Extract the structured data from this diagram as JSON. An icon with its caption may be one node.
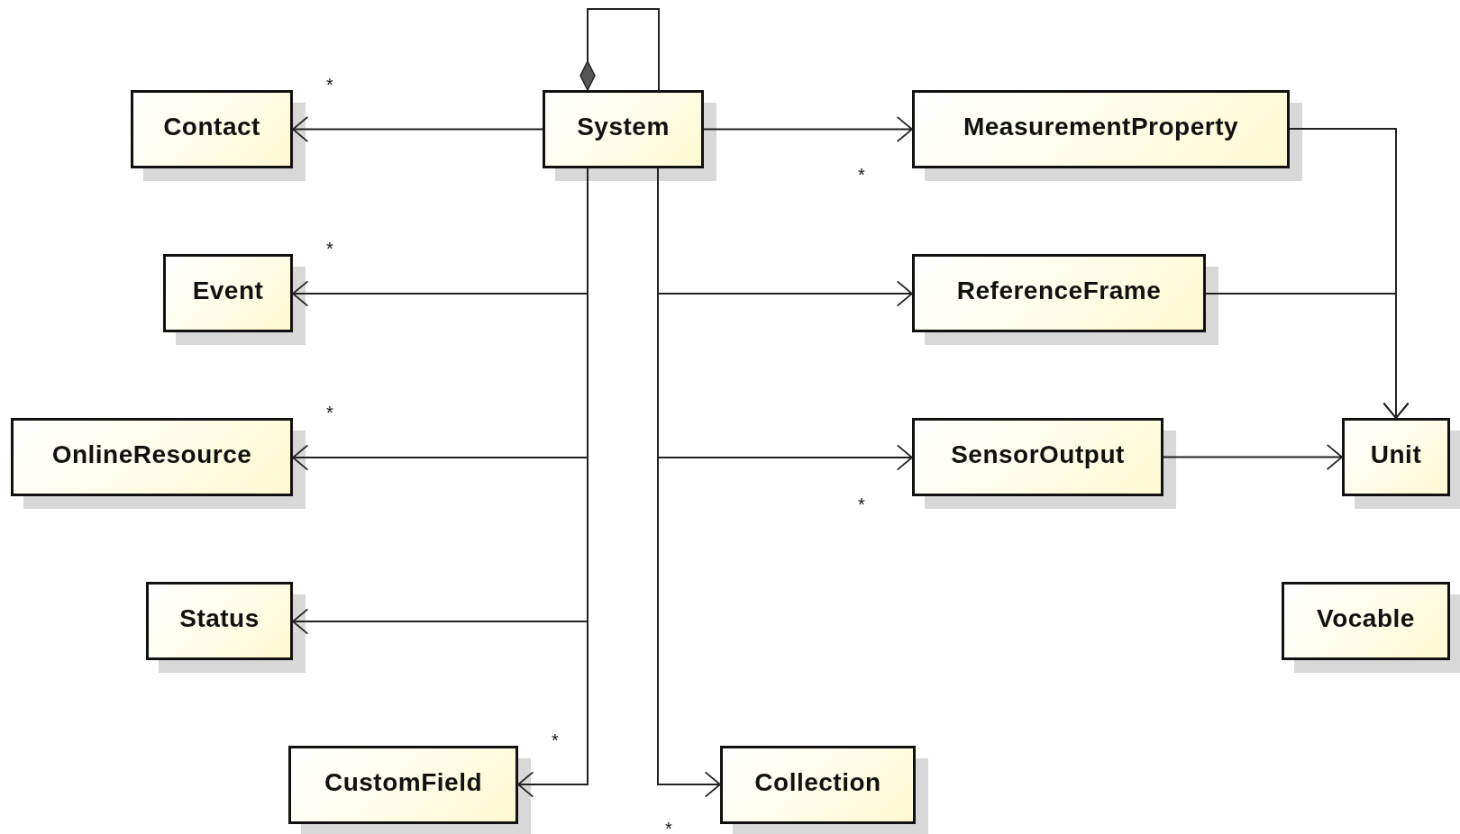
{
  "diagram": {
    "nodes": [
      {
        "text": [
          "Contact"
        ]
      },
      {
        "text": [
          "System"
        ]
      },
      {
        "text": [
          "MeasurementProperty"
        ]
      },
      {
        "text": [
          "Event"
        ]
      },
      {
        "text": [
          "ReferenceFrame"
        ]
      },
      {
        "text": [
          "OnlineResource"
        ]
      },
      {
        "text": [
          "SensorOutput"
        ]
      },
      {
        "text": [
          "Unit"
        ]
      },
      {
        "text": [
          "Status"
        ]
      },
      {
        "text": [
          "Vocable"
        ]
      },
      {
        "text": [
          "CustomField"
        ]
      },
      {
        "text": [
          "Collection"
        ]
      }
    ],
    "edges": [
      {
        "from": 1,
        "to": 0,
        "arrow": "to",
        "label": "*"
      },
      {
        "from": 1,
        "to": 3,
        "arrow": "to",
        "label": "*"
      },
      {
        "from": 1,
        "to": 5,
        "arrow": "to",
        "label": "*"
      },
      {
        "from": 1,
        "to": 8,
        "arrow": "to"
      },
      {
        "from": 1,
        "to": 10,
        "arrow": "to",
        "label": "*"
      },
      {
        "from": 1,
        "to": 2,
        "arrow": "to",
        "label": "*"
      },
      {
        "from": 1,
        "to": 4,
        "arrow": "to"
      },
      {
        "from": 1,
        "to": 6,
        "arrow": "to",
        "label": "*"
      },
      {
        "from": 1,
        "to": 11,
        "arrow": "to",
        "label": "*"
      },
      {
        "from": 2,
        "to": 7,
        "arrow": "to"
      },
      {
        "from": 4,
        "to": 7,
        "arrow": "to"
      },
      {
        "from": 6,
        "to": 7,
        "arrow": "to"
      },
      {
        "from": 1,
        "to": 1,
        "arrow": "other"
      }
    ]
  }
}
